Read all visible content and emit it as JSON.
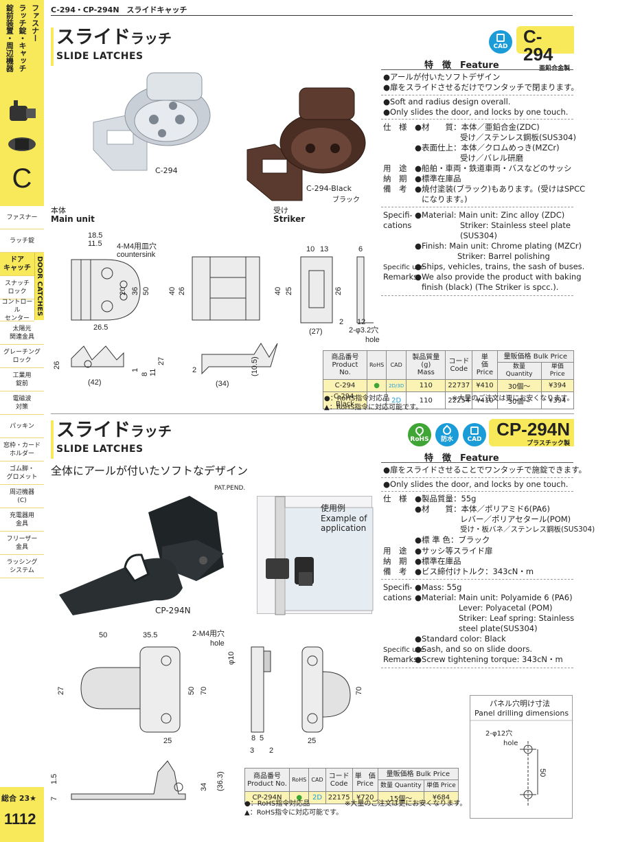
{
  "header": {
    "breadcrumb": "C-294・CP-294N　スライドキャッチ"
  },
  "sidebar": {
    "category_lines": [
      "ファスナー",
      "ラッチ錠・キャッチ",
      "錠前装置・周辺機器"
    ],
    "category_letter": "C",
    "items": [
      {
        "label": "ファスナー"
      },
      {
        "label": "ラッチ錠"
      },
      {
        "label": "ドア\nキャッチ"
      },
      {
        "label": "スナッチ\nロック"
      },
      {
        "label": "コントロール\nセンター"
      },
      {
        "label": "太陽光\n関連金具"
      },
      {
        "label": "グレーチング\nロック"
      },
      {
        "label": "工業用\n錠前"
      },
      {
        "label": "電磁波\n対策"
      },
      {
        "label": "パッキン"
      },
      {
        "label": "窓枠・カード\nホルダー"
      },
      {
        "label": "ゴム脚・\nグロメット"
      },
      {
        "label": "周辺機器\n(C)"
      },
      {
        "label": "充電器用\n金具"
      },
      {
        "label": "フリーザー\n金具"
      },
      {
        "label": "ラッシング\nシステム"
      }
    ],
    "door_catches_tab": "DOOR CATCHES",
    "total_label": "総合 23★",
    "page_number": "1112"
  },
  "product1": {
    "title_kana": "スライド",
    "title_small": "ラッチ",
    "title_en": "SLIDE  LATCHES",
    "model": "C-294",
    "material_badge": "亜鉛合金製",
    "badges": [
      "CAD"
    ],
    "photo_captions": {
      "main": "C-294",
      "black": "C-294-Black",
      "black_jp": "ブラック"
    },
    "drawing_labels": {
      "main_unit_jp": "本体",
      "main_unit_en": "Main unit",
      "striker_jp": "受け",
      "striker_en": "Striker",
      "countersink_jp": "4-M4用皿穴",
      "countersink_en": "countersink",
      "hole_jp": "2-φ3.2穴",
      "hole_en": "hole"
    },
    "dims": {
      "d18_5": "18.5",
      "d11_5": "11.5",
      "d20": "20",
      "d36": "36",
      "d50": "50",
      "d26_5": "26.5",
      "d40": "40",
      "d26": "26",
      "d10": "10",
      "d13": "13",
      "d6": "6",
      "d40b": "40",
      "d25": "25",
      "d26b": "26",
      "d27p": "(27)",
      "d2": "2",
      "d12": "12",
      "d26c": "26",
      "d42p": "(42)",
      "d1": "1",
      "d8": "8",
      "d11": "11",
      "d27": "27",
      "d2b": "2",
      "d34p": "(34)",
      "d10_5p": "(10.5)"
    },
    "feature_title": "特　徴　Feature",
    "features_jp": [
      "●アールが付いたソフトデザイン",
      "●扉をスライドさせるだけでワンタッチで閉まります。"
    ],
    "features_en": [
      "●Soft and radius design overall.",
      "●Only slides the door, and locks by one touch."
    ],
    "spec_jp": {
      "label_spec": "仕　様",
      "material": "●材　　質：本体／亜鉛合金(ZDC)",
      "material2": "受け／ステンレス鋼板(SUS304)",
      "finish": "●表面仕上：本体／クロムめっき(MZCr)",
      "finish2": "受け／バレル研磨",
      "label_use": "用　途",
      "use": "●船舶・車両・鉄道車両・バスなどのサッシ",
      "label_delivery": "納　期",
      "delivery": "●標準在庫品",
      "label_remarks": "備　考",
      "remarks": "●焼付塗装(ブラック)もあります。(受けはSPCC",
      "remarks2": "になります。)"
    },
    "spec_en": {
      "label_spec1": "Specifi-",
      "label_spec2": "cations",
      "material": "●Material: Main unit: Zinc alloy (ZDC)",
      "material2": "Striker: Stainless steel plate",
      "material3": "(SUS304)",
      "finish": "●Finish: Main unit: Chrome plating (MZCr)",
      "finish2": "Striker: Barrel polishing",
      "label_use": "Specific use",
      "use": "●Ships, vehicles, trains, the sash of buses.",
      "label_remarks": "Remarks",
      "remarks": "●We also provide the product with baking",
      "remarks2": "finish (black) (The Striker is spcc.)."
    },
    "table": {
      "headers": [
        "商品番号\nProduct No.",
        "RoHS",
        "CAD",
        "製品質量(g)\nMass",
        "コード\nCode",
        "単　価\nPrice",
        "量販価格 Bulk Price",
        "数量 Quantity",
        "単価 Price"
      ],
      "rows": [
        {
          "product": "C-294",
          "rohs": "●",
          "cad": "2D/3D",
          "mass": "110",
          "code": "22737",
          "price": "¥410",
          "qty": "30個～",
          "bulk": "¥394"
        },
        {
          "product": "C-294-Black",
          "rohs": "",
          "cad": "2D",
          "mass": "110",
          "code": "22254",
          "price": "¥410",
          "qty": "30個～",
          "bulk": "¥394"
        }
      ]
    },
    "notes": [
      "●：RoHS指令対応品",
      "▲：RoHS指令に対応可能です。"
    ],
    "notes_right": "※大量のご注文は更にお安くなります。"
  },
  "product2": {
    "title_kana": "スライド",
    "title_small": "ラッチ",
    "title_en": "SLIDE  LATCHES",
    "model": "CP-294N",
    "material_badge": "プラスチック製",
    "badges": [
      "RoHS",
      "防水",
      "CAD"
    ],
    "tagline": "全体にアールが付いたソフトなデザイン",
    "pat_pend": "PAT.PEND.",
    "photo_caption": "CP-294N",
    "application_jp": "使用例",
    "application_en1": "Example of",
    "application_en2": "application",
    "drawing_labels": {
      "hole_jp": "2-M4用穴",
      "hole_en": "hole"
    },
    "dims": {
      "d50": "50",
      "d35_5": "35.5",
      "d27": "27",
      "d50b": "50",
      "d70": "70",
      "d25": "25",
      "phi10": "φ10",
      "d8": "8",
      "d5": "5",
      "d3": "3",
      "d2": "2",
      "d70b": "70",
      "d25b": "25",
      "d7": "7",
      "d1_5": "1.5",
      "d34": "34",
      "d36_3p": "(36.3)"
    },
    "feature_title": "特　徴　Feature",
    "features_jp": [
      "●扉をスライドさせることでワンタッチで施錠できます。"
    ],
    "features_en": [
      "●Only slides the door, and locks by one touch."
    ],
    "spec_jp": {
      "label_spec": "仕　様",
      "mass": "●製品質量：55g",
      "material": "●材　　質：本体／ポリアミド6(PA6)",
      "material2": "レバー／ポリアセタール(POM)",
      "material3": "受け・板バネ／ステンレス鋼板(SUS304)",
      "color": "●標 準 色：ブラック",
      "label_use": "用　途",
      "use": "●サッシ等スライド扉",
      "label_delivery": "納　期",
      "delivery": "●標準在庫品",
      "label_remarks": "備　考",
      "remarks": "●ビス締付けトルク：343cN・m"
    },
    "spec_en": {
      "label_spec1": "Specifi-",
      "label_spec2": "cations",
      "mass": "●Mass: 55g",
      "material": "●Material: Main unit: Polyamide 6 (PA6)",
      "material2": "Lever: Polyacetal (POM)",
      "material3": "Striker: Leaf spring: Stainless",
      "material4": "steel plate(SUS304)",
      "color": "●Standard color: Black",
      "label_use": "Specific use",
      "use": "●Sash, and so on slide doors.",
      "label_remarks": "Remarks",
      "remarks": "●Screw tightening torque: 343cN・m"
    },
    "panel": {
      "title_jp": "パネル穴明け寸法",
      "title_en": "Panel drilling dimensions",
      "hole_jp": "2-φ12穴",
      "hole_en": "hole",
      "dim": "50"
    },
    "table": {
      "headers": [
        "商品番号\nProduct No.",
        "RoHS",
        "CAD",
        "コード\nCode",
        "単　価\nPrice",
        "量販価格 Bulk Price",
        "数量 Quantity",
        "単価 Price"
      ],
      "rows": [
        {
          "product": "CP-294N",
          "rohs": "●",
          "cad": "2D",
          "code": "22175",
          "price": "¥720",
          "qty": "15個～",
          "bulk": "¥684"
        }
      ]
    },
    "notes": [
      "●：RoHS指令対応品",
      "▲：RoHS指令に対応可能です。"
    ],
    "notes_right": "※大量のご注文は更にお安くなります。"
  },
  "colors": {
    "accent_yellow": "#f7e95a",
    "cad_blue": "#1a9cd8",
    "rohs_green": "#3fa535",
    "highlight_row": "#fbf3b4"
  }
}
